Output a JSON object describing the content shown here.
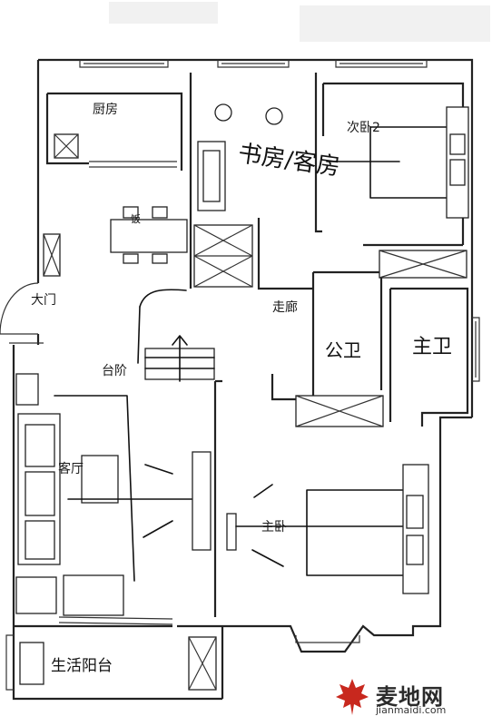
{
  "rooms": {
    "kitchen": "厨房",
    "main_entrance": "大门",
    "dining_hint": "饭",
    "study_guest": "书房/客房",
    "second_bedroom": "次卧2",
    "corridor": "走廊",
    "public_bath": "公卫",
    "master_bath": "主卫",
    "steps": "台阶",
    "living_room": "客厅",
    "master_bedroom": "主卧",
    "balcony": "生活阳台"
  },
  "watermark": {
    "brand": "麦地网",
    "url": "jianmaidi.com"
  },
  "colors": {
    "ink": "#111111",
    "paper": "#ffffff",
    "logo_red": "#c8281e"
  }
}
